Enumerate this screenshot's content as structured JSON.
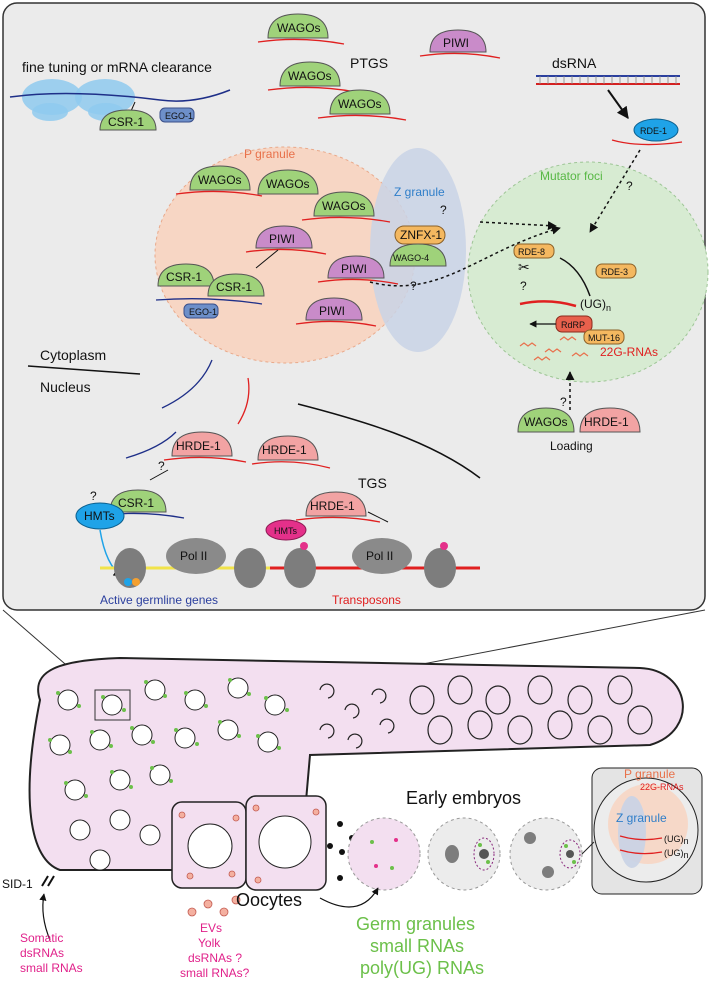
{
  "top": {
    "fine_tuning": "fine tuning or mRNA clearance",
    "ptgs": "PTGS",
    "dsrna": "dsRNA",
    "p_granule": "P granule",
    "z_granule": "Z granule",
    "mutator_foci": "Mutator foci",
    "cytoplasm": "Cytoplasm",
    "nucleus": "Nucleus",
    "tgs": "TGS",
    "loading": "Loading",
    "ug_n": "(UG)",
    "ug_sub": "n",
    "rna_22g": "22G-RNAs",
    "active_genes": "Active germline genes",
    "transposons": "Transposons",
    "q": "?"
  },
  "proteins": {
    "wagos": "WAGOs",
    "piwi": "PIWI",
    "csr1": "CSR-1",
    "ego1": "EGO-1",
    "rde1": "RDE-1",
    "rde8": "RDE-8",
    "rde3": "RDE-3",
    "rdrp": "RdRP",
    "mut16": "MUT-16",
    "znfx1": "ZNFX-1",
    "wago4": "WAGO-4",
    "hrde1": "HRDE-1",
    "hmts": "HMTs",
    "pol2": "Pol II"
  },
  "bottom": {
    "early_embryos": "Early embryos",
    "oocytes": "Oocytes",
    "sid1": "SID-1",
    "somatic": [
      "Somatic",
      "dsRNAs",
      "small RNAs"
    ],
    "evs": [
      "EVs",
      "Yolk",
      "dsRNAs ?",
      "small RNAs?"
    ],
    "germ": [
      "Germ granules",
      "small RNAs",
      "poly(UG) RNAs"
    ],
    "inset_p": "P granule",
    "inset_z": "Z granule",
    "inset_22g": "22G-RNAs",
    "inset_ug": "(UG)",
    "inset_ug_sub": "n"
  },
  "colors": {
    "wagos": "#9fd27a",
    "piwi": "#c98bc9",
    "hrde": "#f2a3a3",
    "blue_protein": "#6d8fc9",
    "rde1": "#1fa3e8",
    "orange_protein": "#f4b860",
    "rdrp": "#e8604c",
    "hmts_magenta": "#e4308a",
    "p_granule": "#f7d6c4",
    "z_granule": "#c9d3e6",
    "mutator": "#d7ebd2",
    "gonad": "#f3dff0",
    "label_green": "#6cc04a",
    "label_magenta": "#e0218a"
  }
}
